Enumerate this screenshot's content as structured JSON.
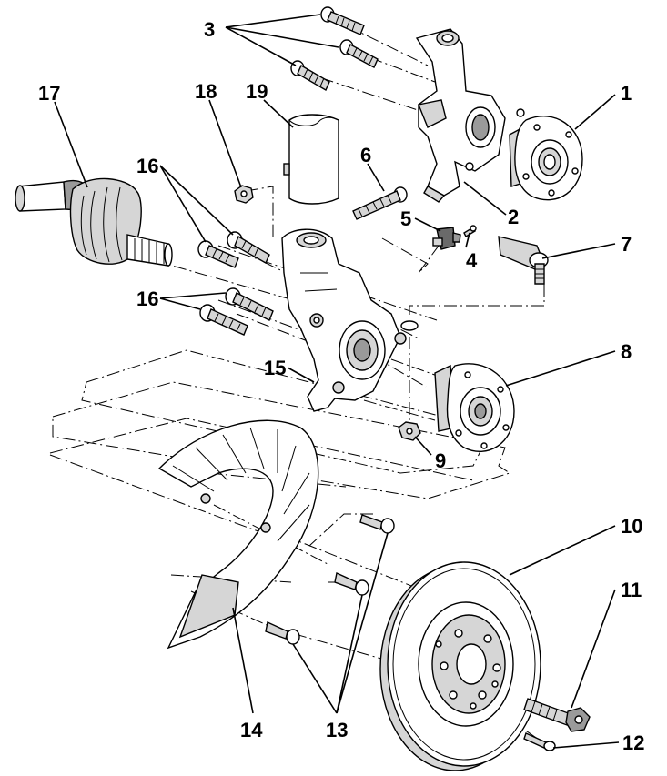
{
  "diagram": {
    "callouts": {
      "c1": "1",
      "c2": "2",
      "c3": "3",
      "c4": "4",
      "c5": "5",
      "c6": "6",
      "c7": "7",
      "c8": "8",
      "c9": "9",
      "c10": "10",
      "c11": "11",
      "c12": "12",
      "c13": "13",
      "c14": "14",
      "c15": "15",
      "c16a": "16",
      "c16b": "16",
      "c17": "17",
      "c18": "18",
      "c19": "19"
    }
  }
}
